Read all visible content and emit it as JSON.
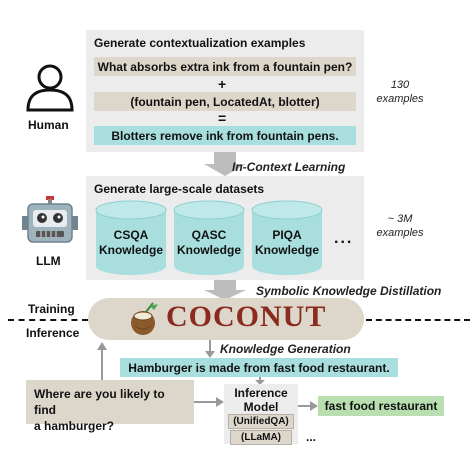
{
  "stage1": {
    "title": "Generate contextualization examples",
    "question": "What absorbs extra ink from a fountain pen?",
    "plus": "+",
    "triple": "(fountain pen, LocatedAt,  blotter)",
    "equals": "=",
    "statement": "Blotters remove ink from fountain pens.",
    "count_line1": "130",
    "count_line2": "examples"
  },
  "human_label": "Human",
  "icl_label": "In-Context Learning",
  "stage2": {
    "title": "Generate large-scale datasets",
    "datasets": [
      {
        "name": "CSQA",
        "sub": "Knowledge"
      },
      {
        "name": "QASC",
        "sub": "Knowledge"
      },
      {
        "name": "PIQA",
        "sub": "Knowledge"
      }
    ],
    "ellipsis": "...",
    "count_line1": "~ 3M",
    "count_line2": "examples"
  },
  "llm_label": "LLM",
  "skd_label": "Symbolic Knowledge Distillation",
  "training_label": "Training",
  "inference_label": "Inference",
  "model_name": "COCONUT",
  "kg_label": "Knowledge Generation",
  "generated_knowledge": "Hamburger is made from fast food restaurant.",
  "question_line1": "Where are you likely to find",
  "question_line2": "a hamburger?",
  "inference_model": {
    "line1": "Inference",
    "line2": "Model",
    "opt1": "(UnifiedQA)",
    "opt2": "(LLaMA)",
    "dots": "..."
  },
  "answer": "fast food restaurant",
  "colors": {
    "panel": "#ececec",
    "tan": "#ddd6cb",
    "teal": "#a8dede",
    "green": "#b9dfb0",
    "coconut_bar": "#ddd6cb",
    "arrow": "#bdbdbd"
  }
}
